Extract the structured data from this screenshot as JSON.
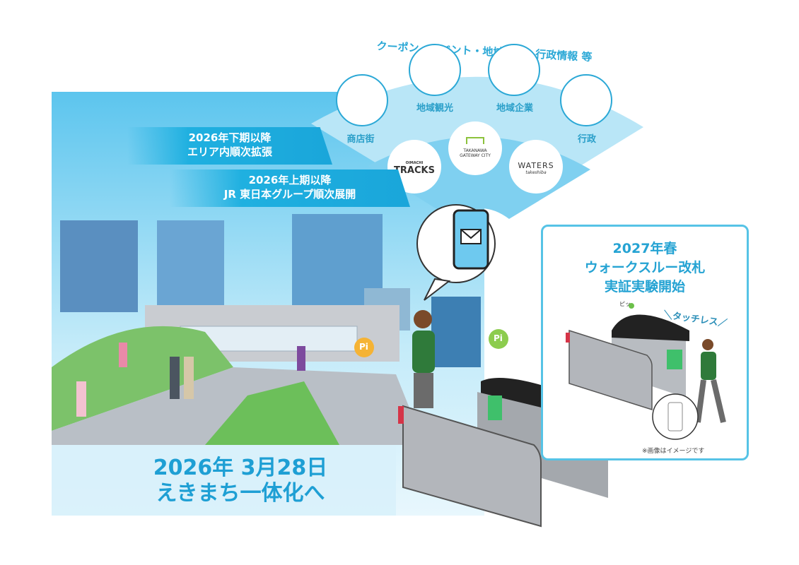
{
  "fan": {
    "title": "クーポン・イベント・地域情報・行政情報 等",
    "outer_items": [
      {
        "label": "商店街",
        "icon": "storefront-icon"
      },
      {
        "label": "地域観光",
        "icon": "bridge-icon"
      },
      {
        "label": "地域企業",
        "icon": "barn-icon"
      },
      {
        "label": "行政",
        "icon": "government-building-icon"
      }
    ],
    "inner_logos": [
      {
        "small": "OIMACHI",
        "main": "TRACKS"
      },
      {
        "main": "TAKANAWA",
        "sub": "GATEWAY CITY"
      },
      {
        "main": "WATERS",
        "sub": "takeshiba"
      }
    ]
  },
  "banners": [
    {
      "line1": "2026年下期以降",
      "line2": "エリア内順次拡張"
    },
    {
      "line1": "2026年上期以降",
      "line2": "JR 東日本グループ順次展開"
    }
  ],
  "main": {
    "date_line1": "2026年 3月28日",
    "date_line2": "えきまち一体化へ",
    "pi_label": "Pi"
  },
  "walkthrough": {
    "title_line1": "2027年春",
    "title_line2": "ウォークスルー改札",
    "title_line3": "実証実験開始",
    "beep": "ピッ",
    "touchless": "＼タッチレス／",
    "note": "※画像はイメージです"
  },
  "colors": {
    "accent": "#1fa6da",
    "sky": "#8fd6f2",
    "grass": "#7cc26a",
    "shirt": "#2f7a3a"
  }
}
